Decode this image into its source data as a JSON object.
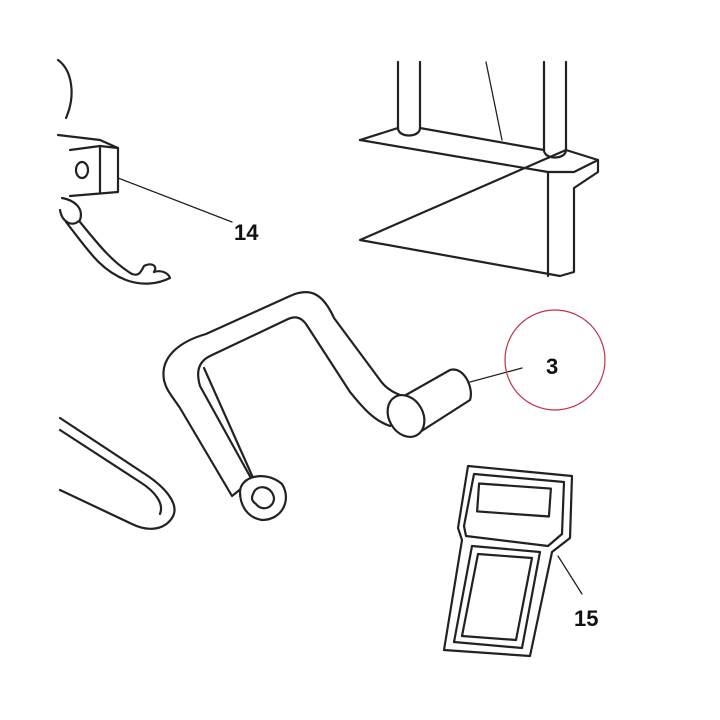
{
  "callouts": {
    "c14": "14",
    "c3": "3",
    "c15": "15"
  },
  "colors": {
    "line": "#222222",
    "highlight": "#c0324a",
    "background": "#ffffff"
  },
  "highlighted_item": "3"
}
